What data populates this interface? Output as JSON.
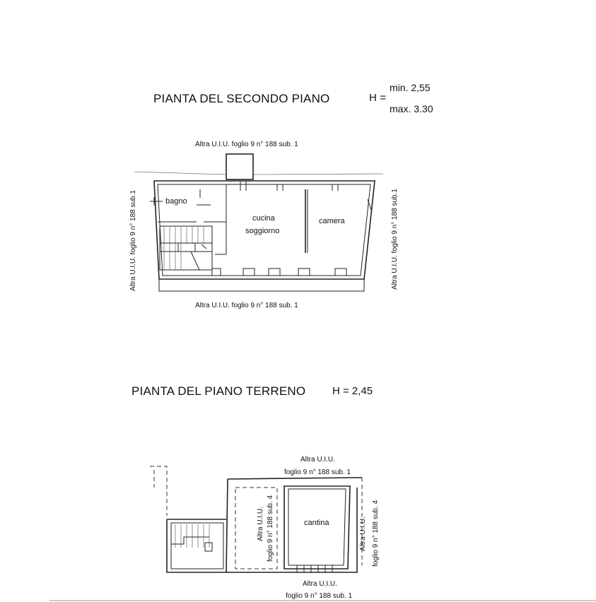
{
  "second_floor": {
    "title": "PIANTA DEL SECONDO  PIANO",
    "h_label": "H =",
    "h_min": "min.  2,55",
    "h_max": "max. 3.30",
    "top_label": "Altra  U.I.U.  foglio  9   n° 188   sub. 1",
    "bottom_label": "Altra  U.I.U.  foglio  9   n° 188    sub. 1",
    "left_label": "Altra U.I.U. foglio 9 n° 188  sub.1",
    "right_label": "Altra U.I.U. foglio 9 n° 188  sub.1",
    "rooms": {
      "bagno": "bagno",
      "cucina": "cucina",
      "soggiorno": "soggiorno",
      "camera": "camera"
    }
  },
  "ground_floor": {
    "title": "PIANTA DEL PIANO TERRENO",
    "h_value": "H = 2,45",
    "top_label_1": "Altra U.I.U.",
    "top_label_2": "foglio 9 n° 188 sub. 1",
    "bottom_label_1": "Altra U.I.U.",
    "bottom_label_2": "foglio 9 n° 188 sub. 1",
    "mid_vertical_1": "Altra U.I.U.",
    "mid_vertical_2": "foglio 9 n° 188 sub. 4",
    "right_vertical_1": "Altra U.I.U.",
    "right_vertical_2": "foglio 9 n° 188 sub. 4",
    "rooms": {
      "cantina": "cantina"
    }
  }
}
